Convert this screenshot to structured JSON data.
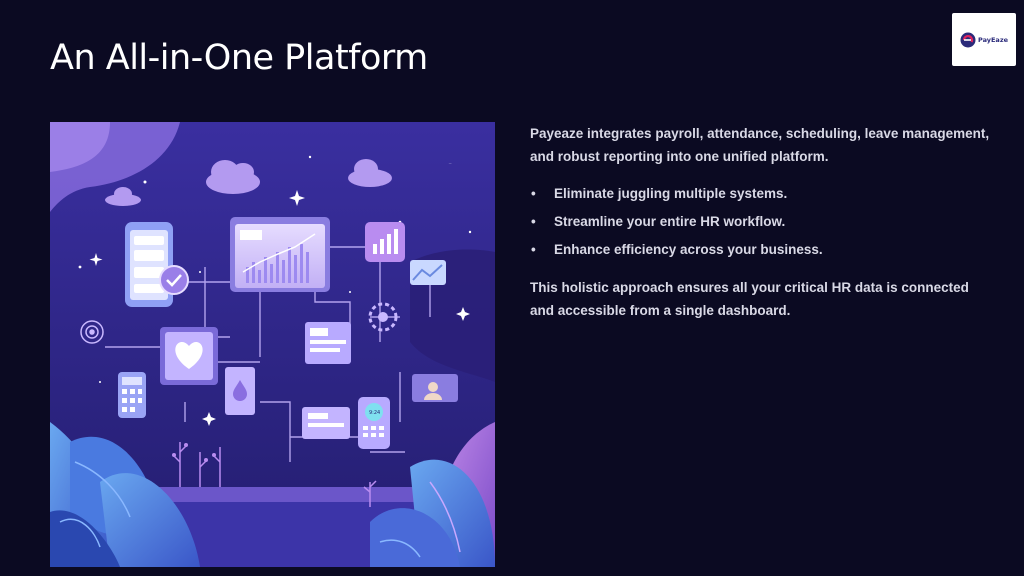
{
  "slide": {
    "title": "An All-in-One Platform",
    "logo": {
      "brand": "PayEaze",
      "icon": "payeaze-e-logo"
    },
    "intro": "Payeaze integrates payroll, attendance, scheduling, leave management, and robust reporting into one unified platform.",
    "bullets": [
      "Eliminate juggling multiple systems.",
      "Streamline your entire HR workflow.",
      "Enhance efficiency across your business."
    ],
    "bullet_marker": "•",
    "closing": "This holistic approach ensures all your critical HR data is connected and accessible from a single dashboard.",
    "illustration": {
      "subject": "connected HR devices and dashboards at night",
      "clock_label": "9:24"
    },
    "colors": {
      "background": "#0b0a22",
      "title": "#ffffff",
      "body_text": "#d9d9e6",
      "illustration_bg": "#2e2a8c",
      "accent_purple": "#b98cf0"
    }
  }
}
